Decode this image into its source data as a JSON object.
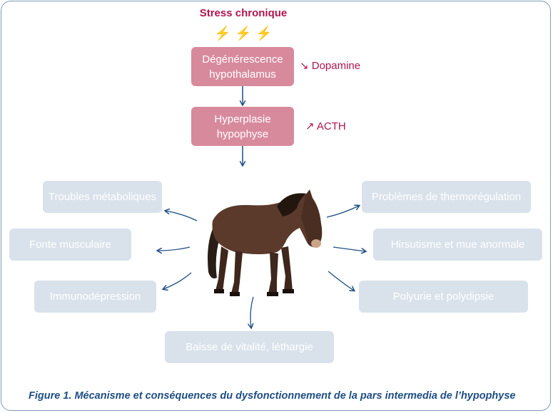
{
  "stress": {
    "title": "Stress chronique",
    "icon": "lightning-bolt-icon",
    "bolt_char": "⚡",
    "bolt_color": "#f2c40b"
  },
  "chain": {
    "box1": "Dégénérescence hypothalamus",
    "hormone1": "↘ Dopamine",
    "box2": "Hyperplasie hypophyse",
    "hormone2": "↗ ACTH"
  },
  "consequences": {
    "left": [
      "Troubles métaboliques",
      "Fonte musculaire",
      "Immunodépression"
    ],
    "right": [
      "Problèmes de thermorégulation",
      "Hirsutisme et mue anormale",
      "Polyurie et polydipsie"
    ],
    "bottom": "Baisse de vitalité, léthargie"
  },
  "caption": "Figure 1. Mécanisme et conséquences du dysfonctionnement de la pars intermedia de l’hypophyse",
  "colors": {
    "accent": "#b0154f",
    "pink_box": "#d88a9d",
    "grey_box": "#d9e2eb",
    "arrow": "#1e4e84",
    "caption": "#1e4e84"
  }
}
